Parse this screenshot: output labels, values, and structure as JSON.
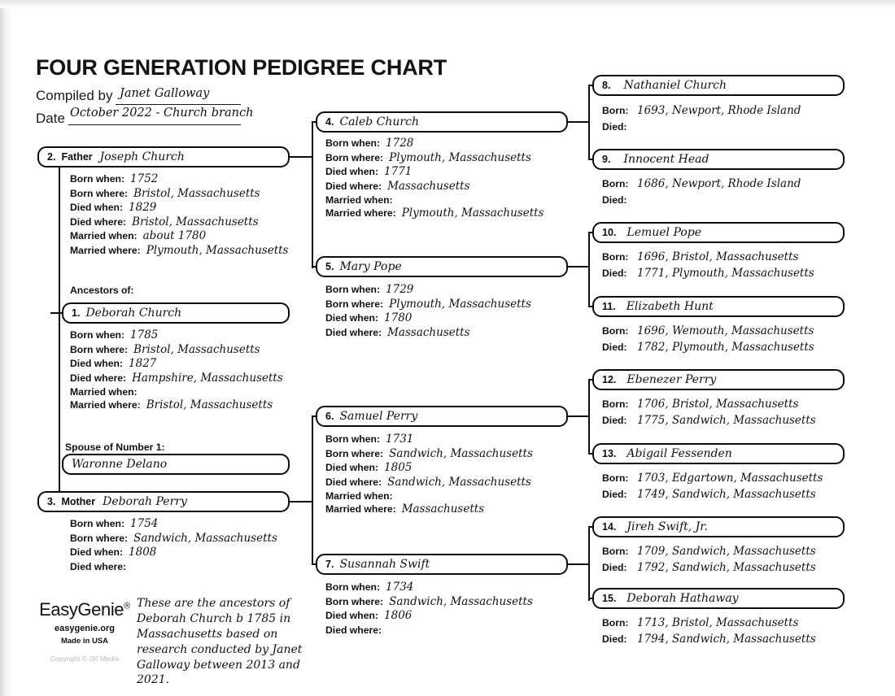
{
  "document": {
    "title": "FOUR GENERATION PEDIGREE CHART",
    "compiled_by_label": "Compiled by",
    "compiled_by_value": "Janet Galloway",
    "date_label": "Date",
    "date_value": "October 2022 - Church branch",
    "ancestors_of_label": "Ancestors of:",
    "spouse_label": "Spouse of Number 1:",
    "spouse_name": "Waronne Delano"
  },
  "labels": {
    "born_when": "Born when:",
    "born_where": "Born where:",
    "died_when": "Died when:",
    "died_where": "Died where:",
    "married_when": "Married when:",
    "married_where": "Married where:",
    "born": "Born:",
    "died": "Died:",
    "father": "Father",
    "mother": "Mother"
  },
  "people": {
    "p1": {
      "number": "1.",
      "name": "Deborah Church",
      "born_when": "1785",
      "born_where": "Bristol, Massachusetts",
      "died_when": "1827",
      "died_where": "Hampshire, Massachusetts",
      "married_when": "",
      "married_where": "Bristol, Massachusetts"
    },
    "p2": {
      "number": "2.",
      "role": "Father",
      "name": "Joseph Church",
      "born_when": "1752",
      "born_where": "Bristol, Massachusetts",
      "died_when": "1829",
      "died_where": "Bristol, Massachusetts",
      "married_when": "about 1780",
      "married_where": "Plymouth, Massachusetts"
    },
    "p3": {
      "number": "3.",
      "role": "Mother",
      "name": "Deborah Perry",
      "born_when": "1754",
      "born_where": "Sandwich, Massachusetts",
      "died_when": "1808",
      "died_where": ""
    },
    "p4": {
      "number": "4.",
      "name": "Caleb Church",
      "born_when": "1728",
      "born_where": "Plymouth, Massachusetts",
      "died_when": "1771",
      "died_where": "Massachusetts",
      "married_when": "",
      "married_where": "Plymouth, Massachusetts"
    },
    "p5": {
      "number": "5.",
      "name": "Mary Pope",
      "born_when": "1729",
      "born_where": "Plymouth, Massachusetts",
      "died_when": "1780",
      "died_where": "Massachusetts"
    },
    "p6": {
      "number": "6.",
      "name": "Samuel Perry",
      "born_when": "1731",
      "born_where": "Sandwich, Massachusetts",
      "died_when": "1805",
      "died_where": "Sandwich, Massachusetts",
      "married_when": "",
      "married_where": "Massachusetts"
    },
    "p7": {
      "number": "7.",
      "name": "Susannah Swift",
      "born_when": "1734",
      "born_where": "Sandwich, Massachusetts",
      "died_when": "1806",
      "died_where": ""
    },
    "p8": {
      "number": "8.",
      "name": "Nathaniel Church",
      "born": "1693, Newport, Rhode Island",
      "died": ""
    },
    "p9": {
      "number": "9.",
      "name": "Innocent Head",
      "born": "1686, Newport, Rhode Island",
      "died": ""
    },
    "p10": {
      "number": "10.",
      "name": "Lemuel Pope",
      "born": "1696, Bristol, Massachusetts",
      "died": "1771, Plymouth, Massachusetts"
    },
    "p11": {
      "number": "11.",
      "name": "Elizabeth Hunt",
      "born": "1696, Wemouth, Massachusetts",
      "died": "1782, Plymouth, Massachusetts"
    },
    "p12": {
      "number": "12.",
      "name": "Ebenezer Perry",
      "born": "1706, Bristol, Massachusetts",
      "died": "1775, Sandwich, Massachusetts"
    },
    "p13": {
      "number": "13.",
      "name": "Abigail Fessenden",
      "born": "1703, Edgartown, Massachusetts",
      "died": "1749, Sandwich, Massachusetts"
    },
    "p14": {
      "number": "14.",
      "name": "Jireh Swift, Jr.",
      "born": "1709, Sandwich, Massachusetts",
      "died": "1792, Sandwich, Massachusetts"
    },
    "p15": {
      "number": "15.",
      "name": "Deborah Hathaway",
      "born": "1713, Bristol, Massachusetts",
      "died": "1794, Sandwich, Massachusetts"
    }
  },
  "footer": {
    "brand": "EasyGenie",
    "brand_mark": "®",
    "url": "easygenie.org",
    "made_in": "Made in USA",
    "copyright": "Copyright © i30 Media",
    "note": "These are the ancestors of Deborah Church b 1785 in Massachusetts based on research conducted by Janet Galloway between 2013 and 2021."
  },
  "colors": {
    "ink": "#0d0d0d",
    "paper": "#ffffff"
  }
}
